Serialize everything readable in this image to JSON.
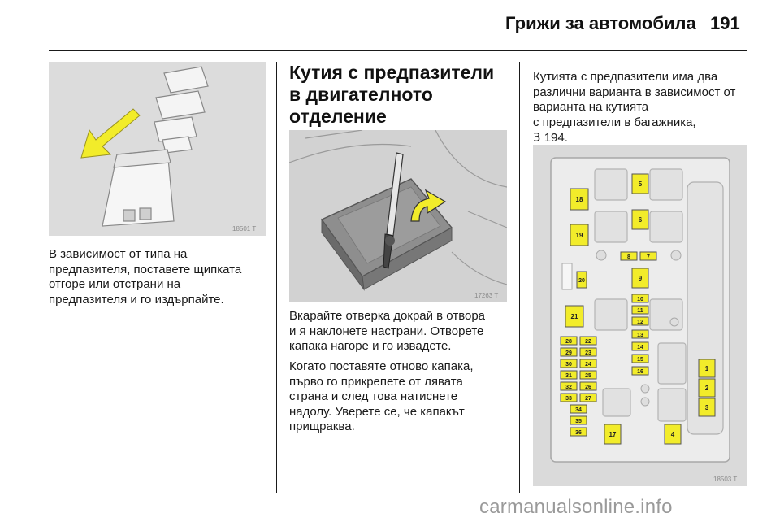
{
  "header": {
    "title": "Грижи за автомобила",
    "page_number": "191"
  },
  "left_column": {
    "figure_id": "18501 T",
    "paragraph": [
      "В зависимост от типа на",
      "предпазителя, поставете щипката",
      "отгоре или отстрани на",
      "предпазителя и го издърпайте."
    ]
  },
  "middle_column": {
    "heading": [
      "Кутия с предпазители",
      "в двигателното",
      "отделение"
    ],
    "figure_id": "17263 T",
    "paragraph_1": [
      "Вкарайте отверка докрай в отвора",
      "и я наклонете настрани. Отворете",
      "капака нагоре и го извадете."
    ],
    "paragraph_2": [
      "Когато поставяте отново капака,",
      "първо го прикрепете от лявата",
      "страна и след това натиснете",
      "надолу. Уверете се, че капакът",
      "прищраква."
    ]
  },
  "right_column": {
    "paragraph": [
      "Кутията с предпазители има два",
      "различни варианта в зависимост от",
      "варианта на кутията",
      "с предпазители в багажника,",
      "194."
    ],
    "reference_symbol": "3",
    "figure_id": "18503 T",
    "fuse_labels": {
      "f1": "1",
      "f2": "2",
      "f3": "3",
      "f4": "4",
      "f5": "5",
      "f6": "6",
      "f7": "7",
      "f8": "8",
      "f9": "9",
      "f10": "10",
      "f11": "11",
      "f12": "12",
      "f13": "13",
      "f14": "14",
      "f15": "15",
      "f16": "16",
      "f17": "17",
      "f18": "18",
      "f19": "19",
      "f20": "20",
      "f21": "21",
      "f22": "22",
      "f23": "23",
      "f24": "24",
      "f25": "25",
      "f26": "26",
      "f27": "27",
      "f28": "28",
      "f29": "29",
      "f30": "30",
      "f31": "31",
      "f32": "32",
      "f33": "33",
      "f34": "34",
      "f35": "35",
      "f36": "36"
    }
  },
  "footer": {
    "watermark": "carmanualsonline.info"
  },
  "colors": {
    "fuse_yellow": "#f2ec2a",
    "illustration_gray": "#d9d9d9",
    "watermark_gray": "#9a9a9a"
  }
}
